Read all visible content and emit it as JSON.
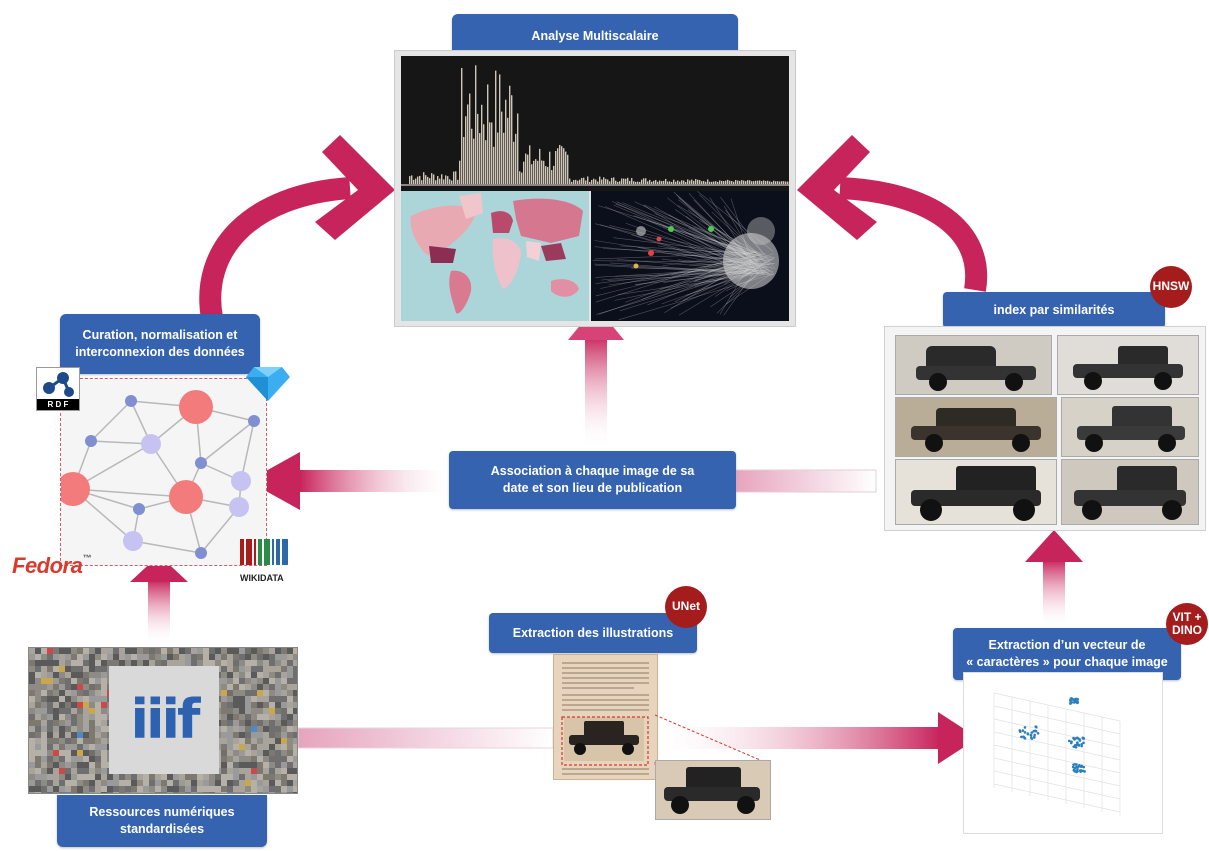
{
  "boxes": {
    "analyse": "Analyse Multiscalaire",
    "curation": "Curation, normalisation et\ninterconnexion des données",
    "association": "Association à chaque image de sa\ndate et son lieu de publication",
    "index": "index par similarités",
    "extraction_illus": "Extraction des illustrations",
    "extraction_vecteur": "Extraction d’un vecteur de\n« caractères » pour chaque image",
    "ressources": "Ressources numériques\nstandardisées"
  },
  "badges": {
    "hnsw": "HNSW",
    "unet": "UNet",
    "vit": "VIT +\nDINO"
  },
  "logos": {
    "rdf": "R D F",
    "fedora": "Fedora",
    "fedora_tm": "™",
    "wikidata": "WIKIDATA",
    "iiif": "iiif"
  },
  "colors": {
    "box": "#3563b0",
    "arrow": "#c8245c",
    "badge": "#a51c1c",
    "node_red": "#f37b7b",
    "node_lavender": "#c6c3f2",
    "node_blue": "#7f8fd2"
  }
}
